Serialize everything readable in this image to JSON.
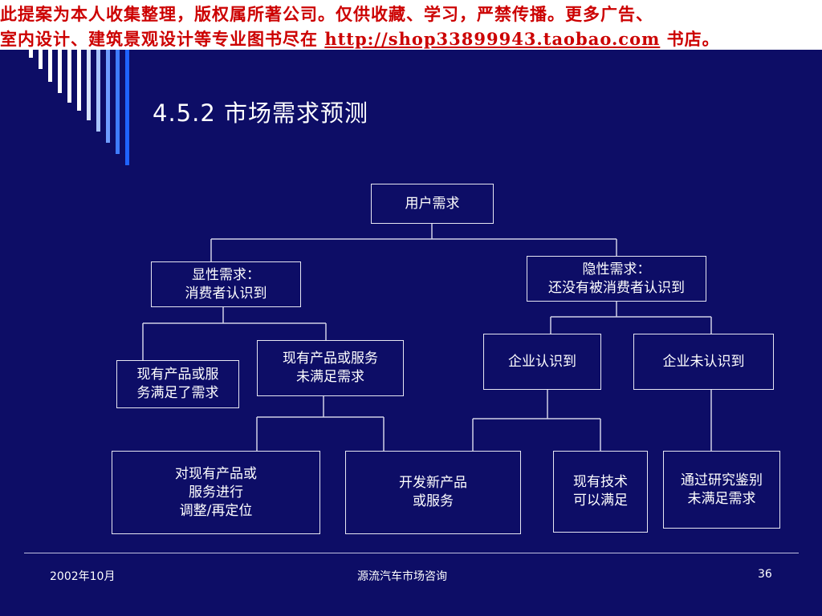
{
  "banner": {
    "line1": "此提案为本人收集整理，版权属所著公司。仅供收藏、学习，严禁传播。更多广告、",
    "line2_prefix": "室内设计、建筑景观设计等专业图书尽在 ",
    "line2_url": "http://shop33899943.taobao.com",
    "line2_suffix": " 书店。"
  },
  "slide": {
    "title": "4.5.2   市场需求预测"
  },
  "diagram": {
    "root": "用户需求",
    "explicit": "显性需求：\n消费者认识到",
    "implicit": "隐性需求：\n还没有被消费者认识到",
    "existing_satisfied": "现有产品或服\n务满足了需求",
    "existing_unsatisfied": "现有产品或服务\n未满足需求",
    "enterprise_aware": "企业认识到",
    "enterprise_unaware": "企业未认识到",
    "adjust": "对现有产品或\n服务进行\n调整/再定位",
    "develop": "开发新产品\n或服务",
    "tech_ok": "现有技术\n可以满足",
    "research": "通过研究鉴别\n未满足需求"
  },
  "footer": {
    "date": "2002年10月",
    "org": "源流汽车市场咨询",
    "page": "36"
  },
  "colors": {
    "background": "#0d0d66",
    "banner_text": "#cc0000",
    "box_border": "#e6e6f2",
    "connector": "#d0d0e6"
  }
}
